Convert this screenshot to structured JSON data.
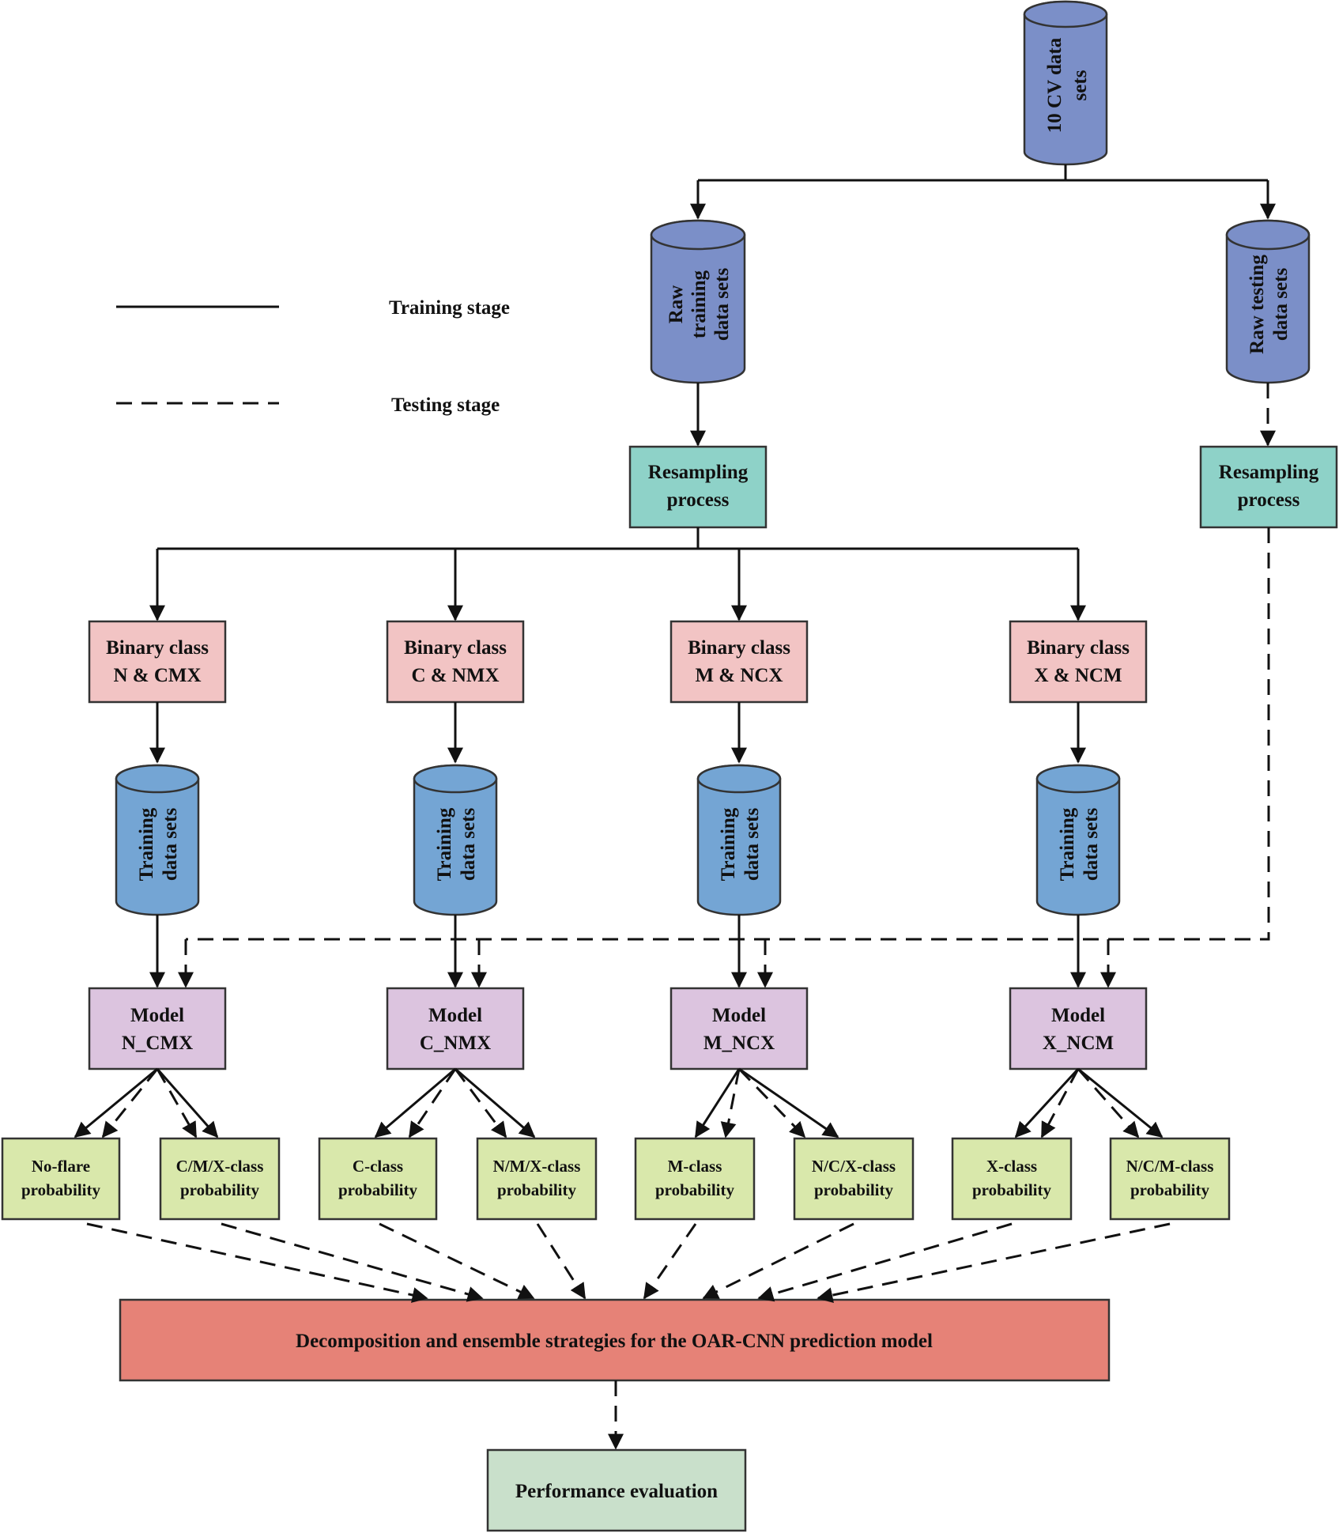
{
  "colors": {
    "purple_cylinder": "#7b8fc8",
    "blue_cylinder": "#74a5d4",
    "resampling": "#8ed2c8",
    "binary": "#f2c4c4",
    "model": "#dcc4df",
    "probability": "#d9e8ab",
    "ensemble": "#e68277",
    "evaluation": "#c9e0cb",
    "line": "#111111"
  },
  "legend": {
    "training": "Training stage",
    "testing": "Testing stage"
  },
  "cv_data": {
    "line1": "10 CV data",
    "line2": "sets"
  },
  "raw_training": {
    "line1": "Raw",
    "line2": "training",
    "line3": "data sets"
  },
  "raw_testing": {
    "line1": "Raw testing",
    "line2": "data sets"
  },
  "resampling_left": {
    "line1": "Resampling",
    "line2": "process"
  },
  "resampling_right": {
    "line1": "Resampling",
    "line2": "process"
  },
  "branches": [
    {
      "binary_line1": "Binary class",
      "binary_line2": "N & CMX",
      "training_line1": "Training",
      "training_line2": "data sets",
      "model_line1": "Model",
      "model_line2": "N_CMX",
      "prob_a_line1": "No-flare",
      "prob_a_line2": "probability",
      "prob_b_line1": "C/M/X-class",
      "prob_b_line2": "probability"
    },
    {
      "binary_line1": "Binary class",
      "binary_line2": "C & NMX",
      "training_line1": "Training",
      "training_line2": "data sets",
      "model_line1": "Model",
      "model_line2": "C_NMX",
      "prob_a_line1": "C-class",
      "prob_a_line2": "probability",
      "prob_b_line1": "N/M/X-class",
      "prob_b_line2": "probability"
    },
    {
      "binary_line1": "Binary class",
      "binary_line2": "M & NCX",
      "training_line1": "Training",
      "training_line2": "data sets",
      "model_line1": "Model",
      "model_line2": "M_NCX",
      "prob_a_line1": "M-class",
      "prob_a_line2": "probability",
      "prob_b_line1": "N/C/X-class",
      "prob_b_line2": "probability"
    },
    {
      "binary_line1": "Binary class",
      "binary_line2": "X & NCM",
      "training_line1": "Training",
      "training_line2": "data sets",
      "model_line1": "Model",
      "model_line2": "X_NCM",
      "prob_a_line1": "X-class",
      "prob_a_line2": "probability",
      "prob_b_line1": "N/C/M-class",
      "prob_b_line2": "probability"
    }
  ],
  "ensemble": "Decomposition and ensemble strategies for the OAR-CNN prediction model",
  "evaluation": "Performance evaluation"
}
